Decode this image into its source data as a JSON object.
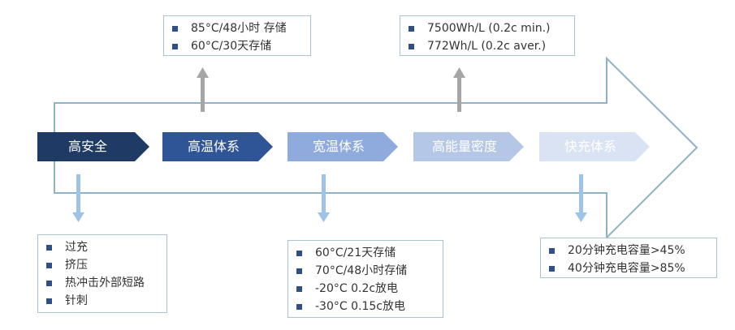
{
  "stages": [
    {
      "label": "高安全",
      "color": "#1f3a64"
    },
    {
      "label": "高温体系",
      "color": "#2f5597"
    },
    {
      "label": "宽温体系",
      "color": "#8faadc"
    },
    {
      "label": "高能量密度",
      "color": "#b4c7e7"
    },
    {
      "label": "快充体系",
      "color": "#dae3f3"
    }
  ],
  "colors": {
    "big_arrow_outline": "#8fb3c6",
    "up_arrow": "#a6a6a6",
    "down_arrow": "#9dc3e6",
    "box_border": "#a9c3d1",
    "bullet": "#2f4f86"
  },
  "boxes": {
    "high_temp": [
      "85°C/48小时 存储",
      "60°C/30天存储"
    ],
    "energy_density": [
      "7500Wh/L (0.2c min.)",
      "772Wh/L (0.2c aver.)"
    ],
    "safety": [
      "过充",
      "挤压",
      "热冲击外部短路",
      "针刺"
    ],
    "wide_temp": [
      "60°C/21天存储",
      "70°C/48小时存储",
      "-20°C 0.2c放电",
      "-30°C 0.15c放电"
    ],
    "fast_charge": [
      "20分钟充电容量>45%",
      "40分钟充电容量>85%"
    ]
  }
}
